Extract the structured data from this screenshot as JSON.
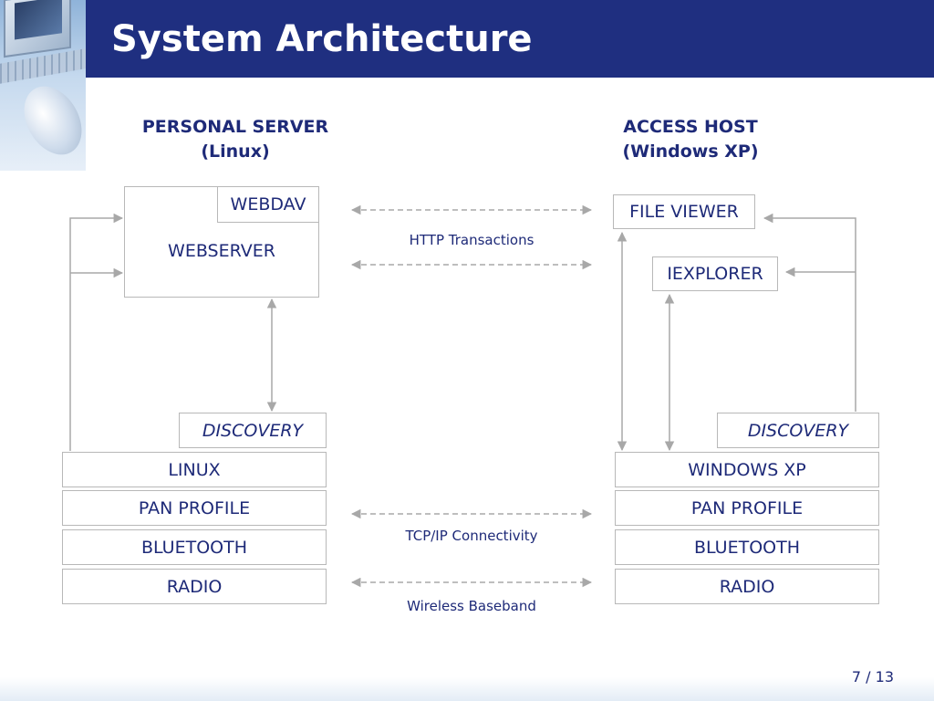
{
  "slide": {
    "title": "System Architecture",
    "page_number": "7 / 13"
  },
  "left_column": {
    "heading_line1": "PERSONAL SERVER",
    "heading_line2": "(Linux)",
    "webdav": "WEBDAV",
    "webserver": "WEBSERVER",
    "discovery": "DISCOVERY",
    "stack": [
      "LINUX",
      "PAN PROFILE",
      "BLUETOOTH",
      "RADIO"
    ]
  },
  "right_column": {
    "heading_line1": "ACCESS HOST",
    "heading_line2": "(Windows XP)",
    "file_viewer": "FILE VIEWER",
    "iexplorer": "IEXPLORER",
    "discovery": "DISCOVERY",
    "stack": [
      "WINDOWS XP",
      "PAN PROFILE",
      "BLUETOOTH",
      "RADIO"
    ]
  },
  "connections": {
    "http": "HTTP Transactions",
    "tcpip": "TCP/IP Connectivity",
    "baseband": "Wireless Baseband"
  },
  "colors": {
    "header_bg": "#1f2f80",
    "text": "#1e2a78",
    "line": "#a8a8a8"
  }
}
